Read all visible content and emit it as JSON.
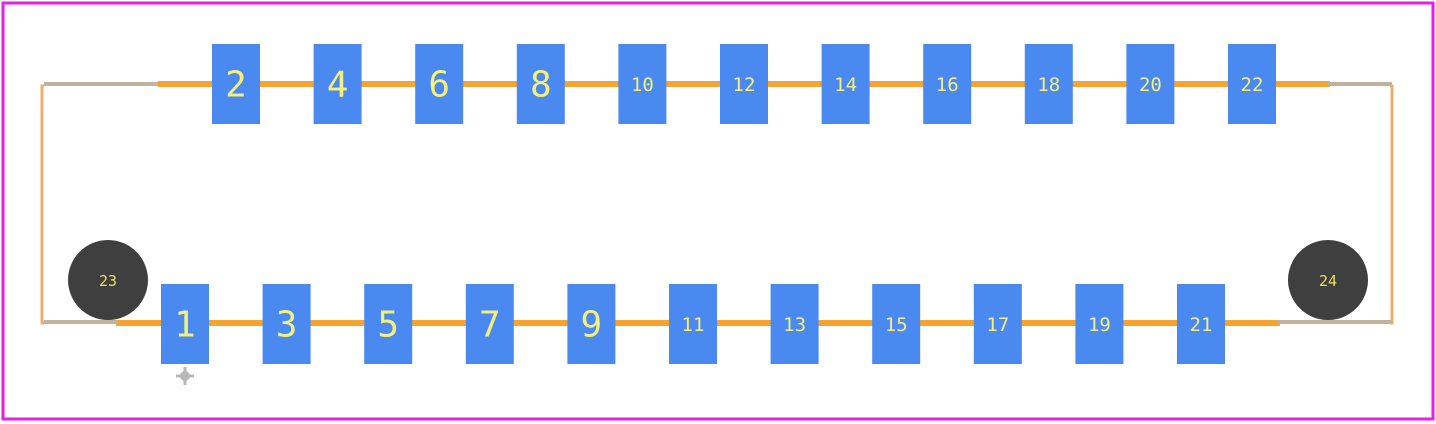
{
  "colors": {
    "border": "#e91ee9",
    "pad": "#4a8af0",
    "trace": "#f5a431",
    "silkscreen": "#c0b29c",
    "mount_hole": "#3f3f3f",
    "pad_label": "#f5f07a",
    "origin_marker": "#b8b8b8"
  },
  "top_row": {
    "pads": [
      "2",
      "4",
      "6",
      "8",
      "10",
      "12",
      "14",
      "16",
      "18",
      "20",
      "22"
    ]
  },
  "bottom_row": {
    "pads": [
      "1",
      "3",
      "5",
      "7",
      "9",
      "11",
      "13",
      "15",
      "17",
      "19",
      "21"
    ]
  },
  "mount_holes": {
    "left": "23",
    "right": "24"
  },
  "icons": {
    "origin": "origin-marker-icon"
  }
}
